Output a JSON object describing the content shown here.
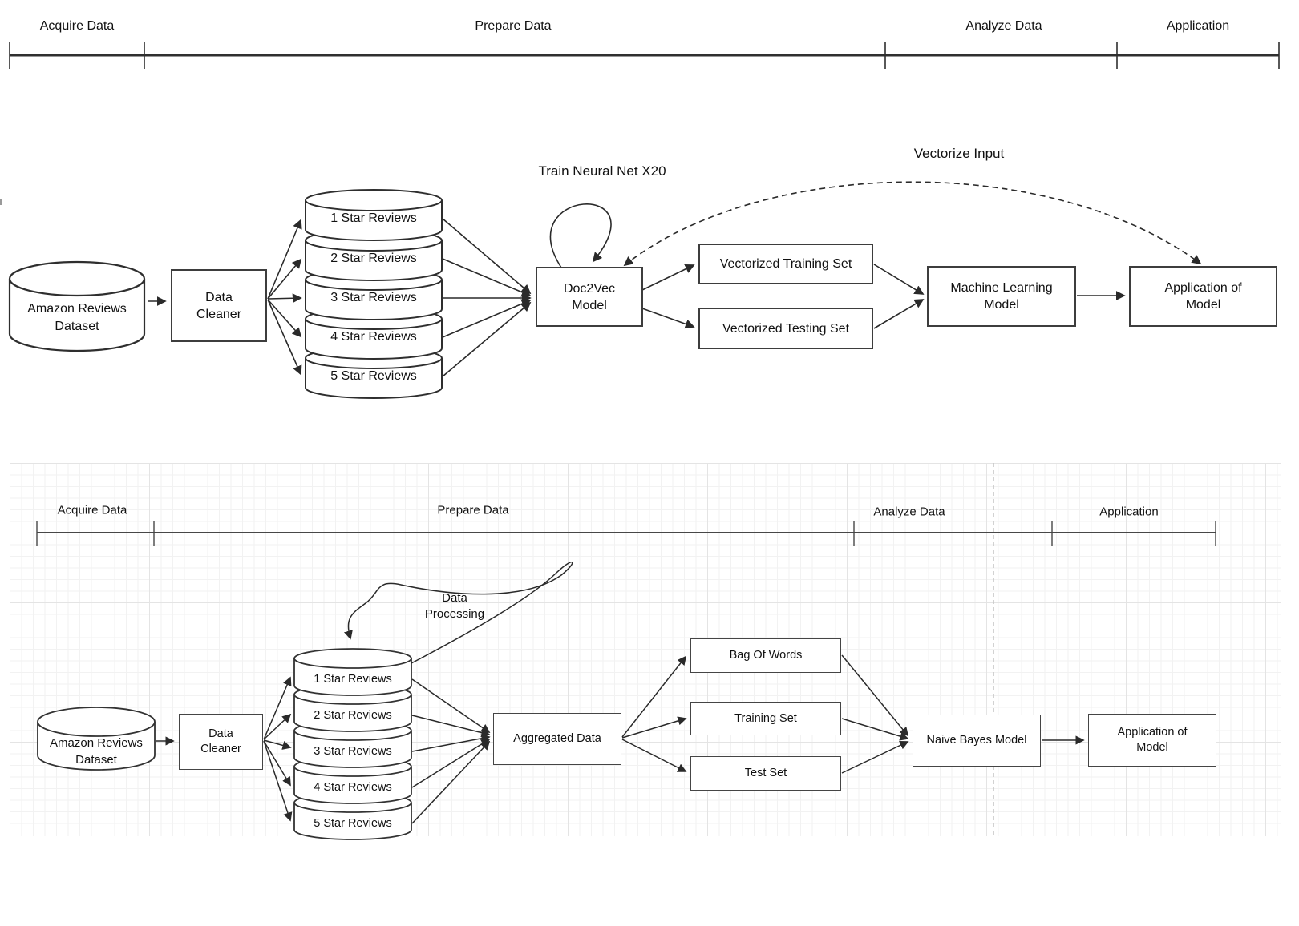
{
  "colors": {
    "stroke": "#2a2a2a",
    "box_border": "#3d3d3d",
    "grid_minor": "#f2f2f2",
    "grid_major": "#e4e4e4",
    "dashed_divider": "#c3c3c3",
    "background": "#ffffff"
  },
  "top_diagram": {
    "phase_labels": [
      "Acquire Data",
      "Prepare Data",
      "Analyze Data",
      "Application"
    ],
    "nodes": {
      "dataset": "Amazon Reviews\nDataset",
      "data_cleaner": "Data\nCleaner",
      "star_reviews": [
        "1 Star Reviews",
        "2 Star Reviews",
        "3 Star Reviews",
        "4 Star Reviews",
        "5 Star Reviews"
      ],
      "doc2vec_model": "Doc2Vec\nModel",
      "vectorized_training_set": "Vectorized Training Set",
      "vectorized_testing_set": "Vectorized Testing Set",
      "machine_learning_model": "Machine Learning\nModel",
      "application_of_model": "Application of\nModel"
    },
    "annotations": {
      "train_loop": "Train Neural Net X20",
      "vectorize_input": "Vectorize Input"
    }
  },
  "bottom_diagram": {
    "phase_labels": [
      "Acquire Data",
      "Prepare Data",
      "Analyze Data",
      "Application"
    ],
    "nodes": {
      "dataset": "Amazon Reviews\nDataset",
      "data_cleaner": "Data\nCleaner",
      "star_reviews": [
        "1 Star Reviews",
        "2 Star Reviews",
        "3 Star Reviews",
        "4 Star Reviews",
        "5 Star Reviews"
      ],
      "aggregated_data": "Aggregated Data",
      "bag_of_words": "Bag Of Words",
      "training_set": "Training Set",
      "test_set": "Test Set",
      "naive_bayes_model": "Naive Bayes Model",
      "application_of_model": "Application of\nModel"
    },
    "annotations": {
      "data_processing": "Data\nProcessing"
    }
  }
}
